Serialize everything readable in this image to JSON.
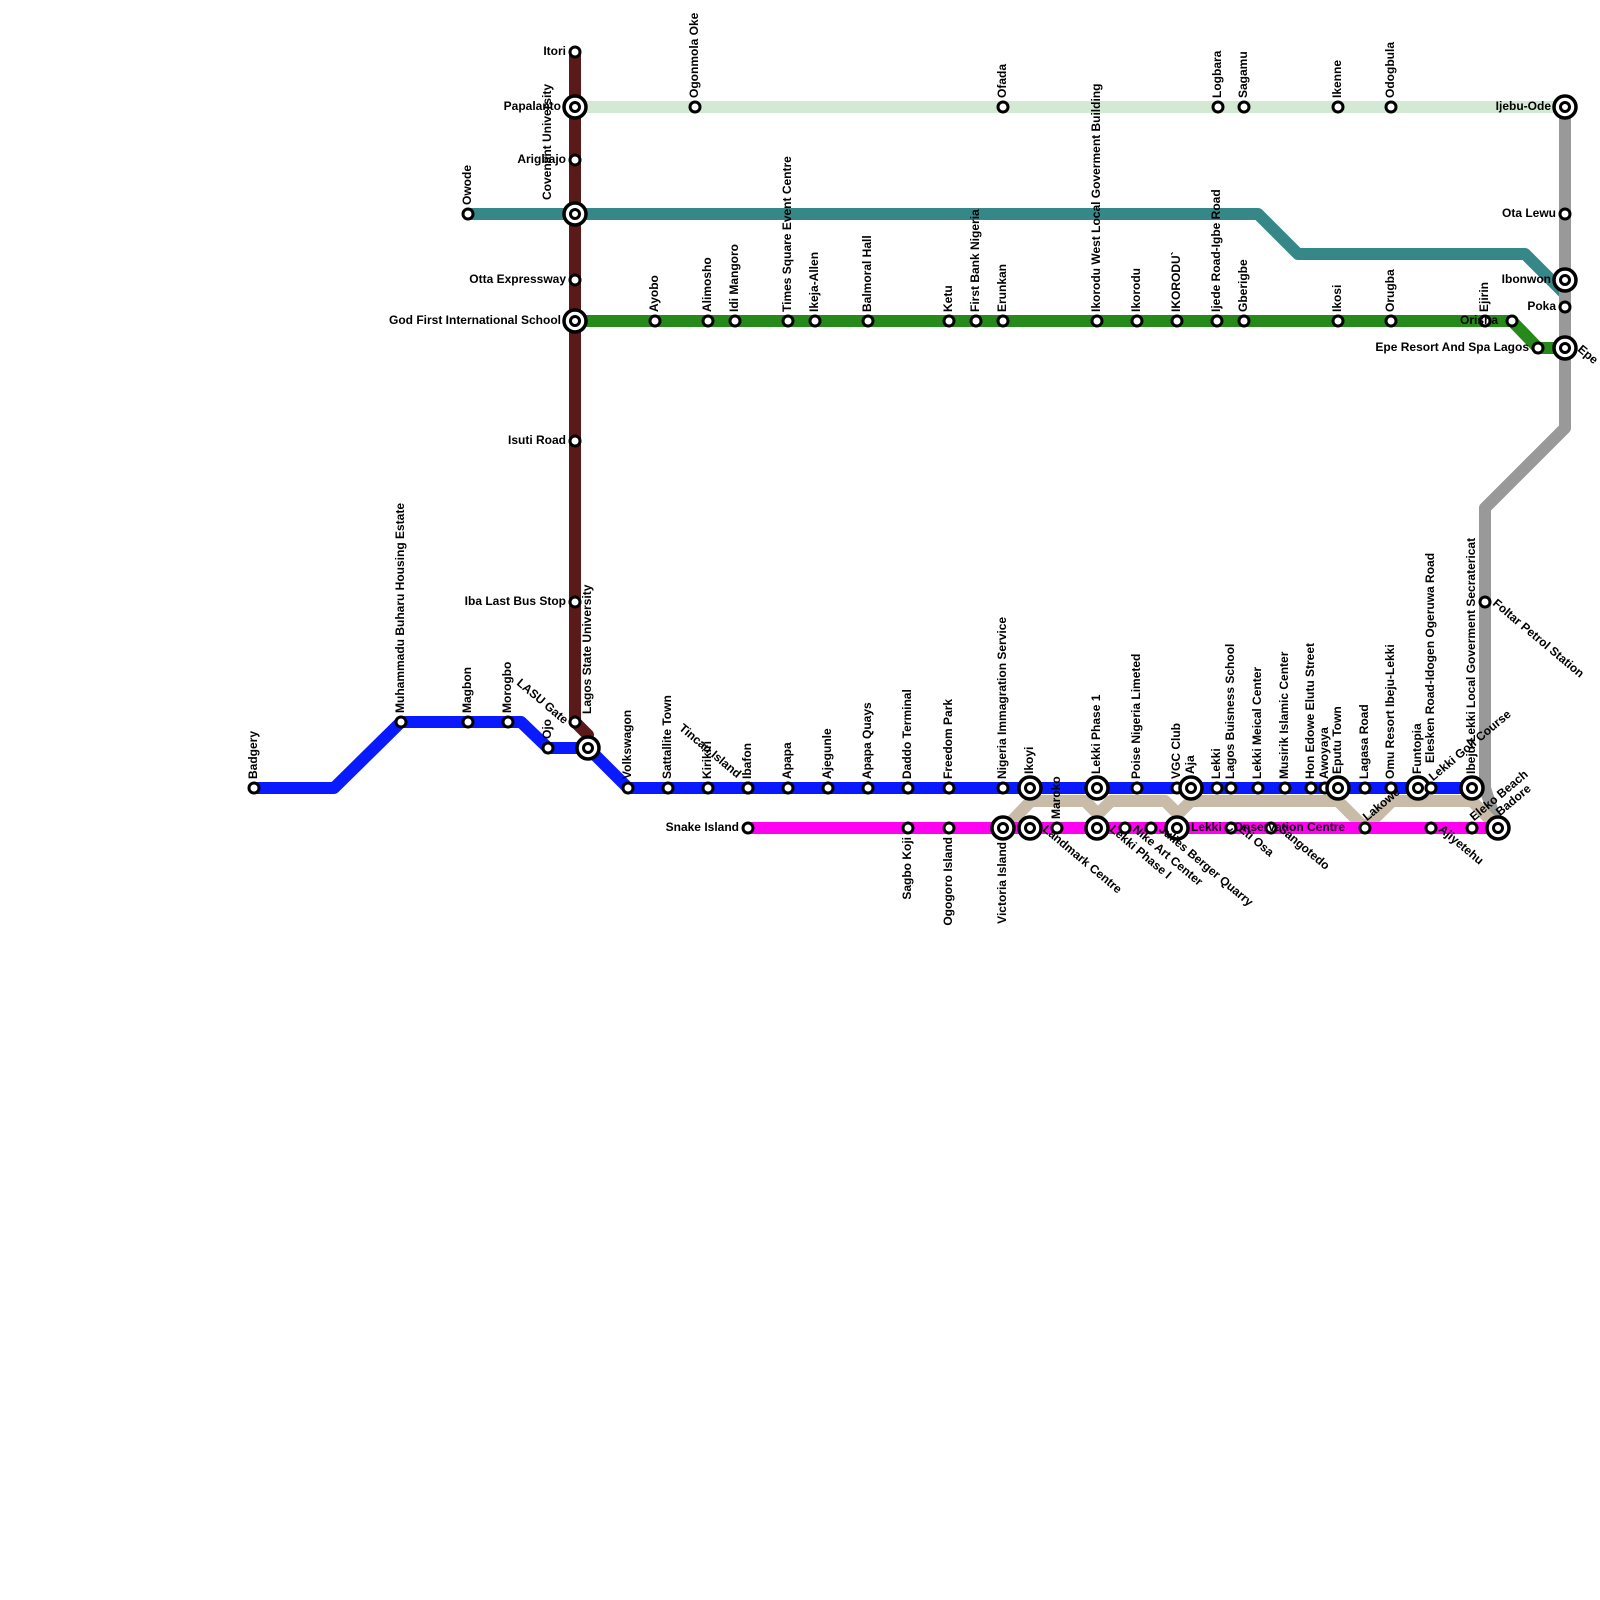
{
  "map": {
    "lines": [
      {
        "id": "brown",
        "color": "#5a1a1a"
      },
      {
        "id": "lightgreen",
        "color": "#d4e9d4"
      },
      {
        "id": "teal",
        "color": "#368787"
      },
      {
        "id": "green",
        "color": "#268a1a"
      },
      {
        "id": "grey",
        "color": "#999999"
      },
      {
        "id": "blue",
        "color": "#0a1aff"
      },
      {
        "id": "tan",
        "color": "#c8bba8"
      },
      {
        "id": "magenta",
        "color": "#ff00f0"
      }
    ],
    "stations": [
      {
        "name": "Itori",
        "interchange": false
      },
      {
        "name": "Papalanto",
        "interchange": true
      },
      {
        "name": "Arigbajo",
        "interchange": false
      },
      {
        "name": "Covenant University",
        "interchange": true
      },
      {
        "name": "Otta Expressway",
        "interchange": false
      },
      {
        "name": "God First International School",
        "interchange": true
      },
      {
        "name": "Isuti Road",
        "interchange": false
      },
      {
        "name": "Iba Last Bus Stop",
        "interchange": false
      },
      {
        "name": "LASU Gate",
        "interchange": false
      },
      {
        "name": "Lagos State University",
        "interchange": true
      },
      {
        "name": "Ogonmola Oke",
        "interchange": false
      },
      {
        "name": "Ofada",
        "interchange": false
      },
      {
        "name": "Logbara",
        "interchange": false
      },
      {
        "name": "Sagamu",
        "interchange": false
      },
      {
        "name": "Ikenne",
        "interchange": false
      },
      {
        "name": "Odogbula",
        "interchange": false
      },
      {
        "name": "Ijebu-Ode",
        "interchange": true
      },
      {
        "name": "Owode",
        "interchange": false
      },
      {
        "name": "Ota Lewu",
        "interchange": false
      },
      {
        "name": "Ibonwon",
        "interchange": true
      },
      {
        "name": "Poka",
        "interchange": false
      },
      {
        "name": "Orisha",
        "interchange": false
      },
      {
        "name": "Epe Resort And Spa Lagos",
        "interchange": false
      },
      {
        "name": "Epe",
        "interchange": true
      },
      {
        "name": "Ayobo",
        "interchange": false
      },
      {
        "name": "Alimosho",
        "interchange": false
      },
      {
        "name": "Idi Mangoro",
        "interchange": false
      },
      {
        "name": "Times Square Event Centre",
        "interchange": false
      },
      {
        "name": "Ikeja-Allen",
        "interchange": false
      },
      {
        "name": "Balmoral Hall",
        "interchange": false
      },
      {
        "name": "Ketu",
        "interchange": false
      },
      {
        "name": "First Bank Nigeria",
        "interchange": false
      },
      {
        "name": "Erunkan",
        "interchange": false
      },
      {
        "name": "Ikorodu West Local Goverment Building",
        "interchange": false
      },
      {
        "name": "Ikorodu",
        "interchange": false
      },
      {
        "name": "IKORODU`",
        "interchange": false
      },
      {
        "name": "Ijede Road-Igbe Road",
        "interchange": false
      },
      {
        "name": "Gberigbe",
        "interchange": false
      },
      {
        "name": "Ikosi",
        "interchange": false
      },
      {
        "name": "Orugba",
        "interchange": false
      },
      {
        "name": "Ejirin",
        "interchange": false
      },
      {
        "name": "Foltar Petrol Station",
        "interchange": false
      },
      {
        "name": "Badgery",
        "interchange": false
      },
      {
        "name": "Muhammadu Buharu Housing Estate",
        "interchange": false
      },
      {
        "name": "Magbon",
        "interchange": false
      },
      {
        "name": "Morogbo",
        "interchange": false
      },
      {
        "name": "Ojo",
        "interchange": false
      },
      {
        "name": "Volkswagon",
        "interchange": false
      },
      {
        "name": "Sattallite Town",
        "interchange": false
      },
      {
        "name": "Kirikiri",
        "interchange": false
      },
      {
        "name": "Ibafon",
        "interchange": false
      },
      {
        "name": "Tincan Island",
        "interchange": false
      },
      {
        "name": "Apapa",
        "interchange": false
      },
      {
        "name": "Ajegunle",
        "interchange": false
      },
      {
        "name": "Apapa Quays",
        "interchange": false
      },
      {
        "name": "Daddo Terminal",
        "interchange": false
      },
      {
        "name": "Freedom Park",
        "interchange": false
      },
      {
        "name": "Nigeria Immagration Service",
        "interchange": false
      },
      {
        "name": "Ikoyi",
        "interchange": true
      },
      {
        "name": "Maroko",
        "interchange": false
      },
      {
        "name": "Lekki Phase 1",
        "interchange": true
      },
      {
        "name": "Poise Nigeria Limeted",
        "interchange": false
      },
      {
        "name": "VGC Club",
        "interchange": false
      },
      {
        "name": "Aja",
        "interchange": true
      },
      {
        "name": "Lekki",
        "interchange": false
      },
      {
        "name": "Lagos Buisness School",
        "interchange": false
      },
      {
        "name": "Lekki Meical Center",
        "interchange": false
      },
      {
        "name": "Musirik Islamic Center",
        "interchange": false
      },
      {
        "name": "Hon Edowe Elutu Street",
        "interchange": false
      },
      {
        "name": "Awoyaya",
        "interchange": false
      },
      {
        "name": "Eputu Town",
        "interchange": true
      },
      {
        "name": "Lagasa Road",
        "interchange": false
      },
      {
        "name": "Omu Resort Ibeju-Lekki",
        "interchange": false
      },
      {
        "name": "Lakowe",
        "interchange": false
      },
      {
        "name": "Funtopia",
        "interchange": true
      },
      {
        "name": "Lekki Golf Course",
        "interchange": false
      },
      {
        "name": "Elesken Road-Idogen Ogeruwa Road",
        "interchange": false
      },
      {
        "name": "Ibeju-Lekki Local Goverment Secratericat",
        "interchange": true
      },
      {
        "name": "Eleko Beach",
        "interchange": false
      },
      {
        "name": "Badore",
        "interchange": true
      },
      {
        "name": "Snake Island",
        "interchange": false
      },
      {
        "name": "Sagbo Koji",
        "interchange": false
      },
      {
        "name": "Ogogoro Island",
        "interchange": false
      },
      {
        "name": "Victoria Island",
        "interchange": true
      },
      {
        "name": "Landmark Centre",
        "interchange": true
      },
      {
        "name": "Lekki Phase I",
        "interchange": true
      },
      {
        "name": "Nike Art Center",
        "interchange": false
      },
      {
        "name": "Julies Berger Quarry",
        "interchange": false
      },
      {
        "name": "Lekki COnservation Centre",
        "interchange": true
      },
      {
        "name": "Eti Osa",
        "interchange": false
      },
      {
        "name": "Sangotedo",
        "interchange": false
      },
      {
        "name": "Ajiyetehu",
        "interchange": false
      }
    ]
  }
}
